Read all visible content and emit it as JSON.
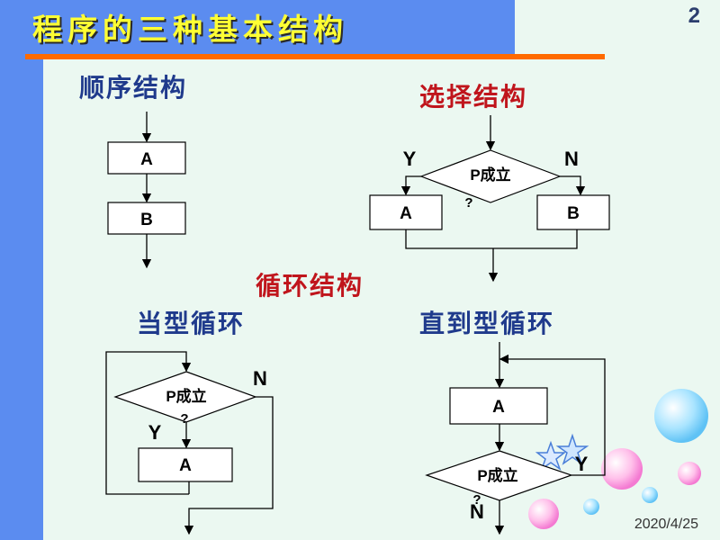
{
  "slide": {
    "title": "程序的三种基本结构",
    "page_number": "2",
    "date": "2020/4/25"
  },
  "sequence": {
    "heading": "顺序结构",
    "box_a": "A",
    "box_b": "B"
  },
  "selection": {
    "heading": "选择结构",
    "condition_line1": "P成立",
    "condition_line2": "?",
    "yes_label": "Y",
    "no_label": "N",
    "box_a": "A",
    "box_b": "B"
  },
  "loop": {
    "heading": "循环结构"
  },
  "while_loop": {
    "heading": "当型循环",
    "condition_line1": "P成立",
    "condition_line2": "?",
    "yes_label": "Y",
    "no_label": "N",
    "box_a": "A"
  },
  "until_loop": {
    "heading": "直到型循环",
    "box_a": "A",
    "condition_line1": "P成立",
    "condition_line2": "?",
    "yes_label": "Y",
    "no_label": "N"
  },
  "colors": {
    "background": "#ebf8f1",
    "band": "#5b8cf0",
    "title_text": "#ffff33",
    "title_rule": "#ff6a00",
    "heading_blue": "#1f3a8c",
    "heading_red": "#c0151c"
  }
}
